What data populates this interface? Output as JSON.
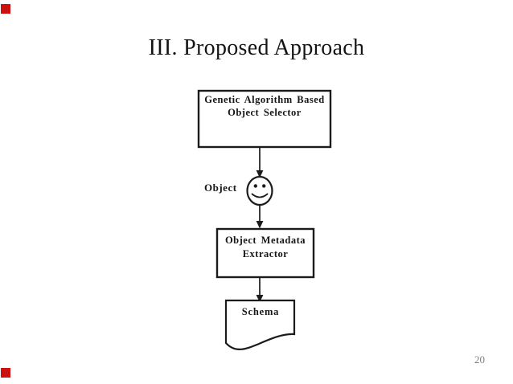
{
  "slide": {
    "title": "III. Proposed Approach",
    "page_number": "20",
    "diagram": {
      "ga_box": {
        "line1": "Genetic Algorithm Based",
        "line2": "Object Selector"
      },
      "object_label": "Object",
      "object_icon": "smiley-face-icon",
      "extractor_box": {
        "line1": "Object Metadata",
        "line2": "Extractor"
      },
      "schema_label": "Schema"
    },
    "colors": {
      "background": "#ffffff",
      "ink": "#1b1b1b",
      "corner_marker_red": "#cc1111",
      "page_number_gray": "#7e7e84"
    }
  }
}
